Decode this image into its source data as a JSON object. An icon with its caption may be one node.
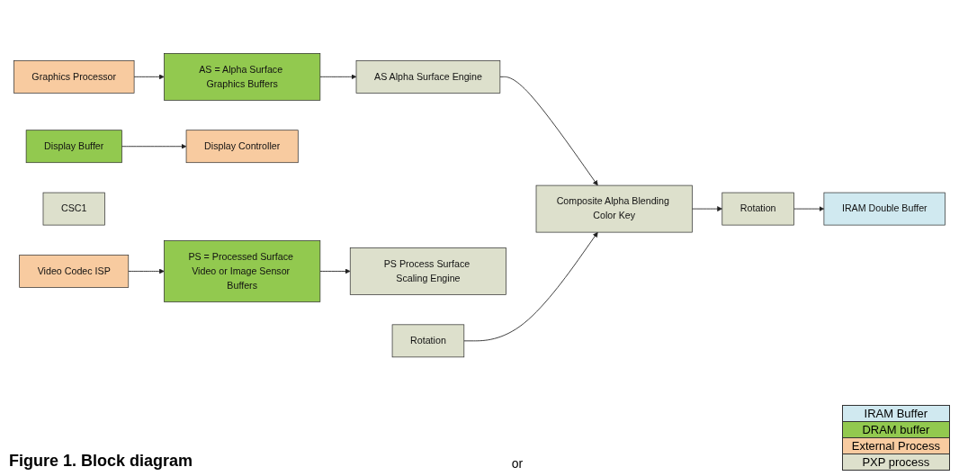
{
  "diagram": {
    "caption": "Figure 1.  Block diagram",
    "nodes": [
      {
        "text": [
          "AS = Alpha Surface Graphics Buffers"
        ]
      },
      {
        "text": [
          "Graphics Processor"
        ]
      },
      {
        "text": [
          "AS Alpha Surface Engine"
        ]
      },
      {
        "text": [
          "Composite Alpha Blending Color Key"
        ]
      },
      {
        "text": [
          "Rotation"
        ]
      },
      {
        "text": [
          "Display Controller"
        ]
      },
      {
        "text": [
          "Video Codec ISP"
        ]
      },
      {
        "text": [
          "PS Process Surface Scaling Engine"
        ]
      },
      {
        "text": [
          "CSC1"
        ]
      },
      {
        "text": [
          "Rotation"
        ]
      },
      {
        "text": [
          "IRAM Double Buffer"
        ]
      },
      {
        "text": [
          "Display Buffer"
        ]
      },
      {
        "text": [
          "PS = Processed Surface Video or Image Sensor Buffers"
        ]
      }
    ],
    "edges": [
      {
        "from": 1,
        "to": 0,
        "arrow": "to"
      },
      {
        "from": 0,
        "to": 2,
        "arrow": "to"
      },
      {
        "from": 2,
        "to": 3,
        "arrow": "to"
      },
      {
        "from": 9,
        "to": 3,
        "arrow": "to"
      },
      {
        "from": 3,
        "to": 4,
        "arrow": "to"
      },
      {
        "from": 4,
        "to": 10,
        "arrow": "to"
      },
      {
        "from": 11,
        "to": 5,
        "arrow": "to"
      },
      {
        "from": 6,
        "to": 12,
        "arrow": "to"
      },
      {
        "from": 12,
        "to": 7,
        "arrow": "to"
      }
    ],
    "labels": [
      "or"
    ],
    "legend": [
      {
        "text": "IRAM Buffer",
        "color": "#d0e9f0"
      },
      {
        "text": "DRAM buffer",
        "color": "#92c94f"
      },
      {
        "text": "External Process",
        "color": "#f8cba0"
      },
      {
        "text": "PXP process",
        "color": "#dde0cc"
      }
    ]
  }
}
